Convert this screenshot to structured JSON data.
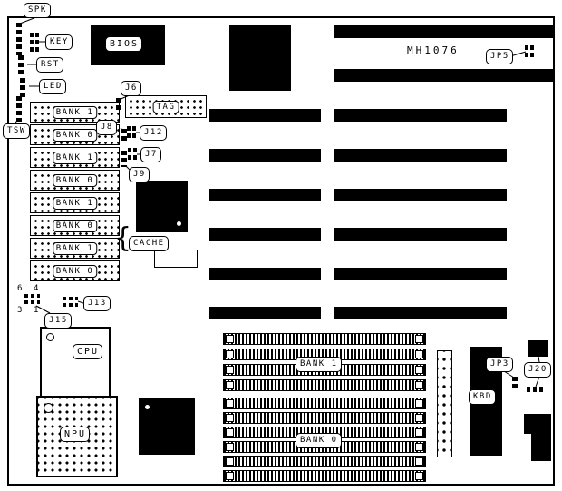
{
  "board_model": "MH1076",
  "callouts": {
    "spk": "SPK",
    "key": "KEY",
    "rst": "RST",
    "led": "LED",
    "tsw": "TSW",
    "bios": "BIOS",
    "j6": "J6",
    "tag": "TAG",
    "j8": "J8",
    "j12": "J12",
    "j7": "J7",
    "j9": "J9",
    "cache": "CACHE",
    "j13": "J13",
    "j15": "J15",
    "cpu": "CPU",
    "npu": "NPU",
    "jp5": "JP5",
    "jp3": "JP3",
    "kbd": "KBD",
    "j20": "J20"
  },
  "dip_banks": [
    "BANK 1",
    "BANK 0",
    "BANK 1",
    "BANK 0",
    "BANK 1",
    "BANK 0",
    "BANK 1",
    "BANK 0"
  ],
  "simm_banks": {
    "top": "BANK 1",
    "bottom": "BANK 0"
  },
  "pin_labels": {
    "p6": "6",
    "p4": "4",
    "p3": "3",
    "p1": "1"
  },
  "icons": {
    "cache_brace": "{"
  }
}
